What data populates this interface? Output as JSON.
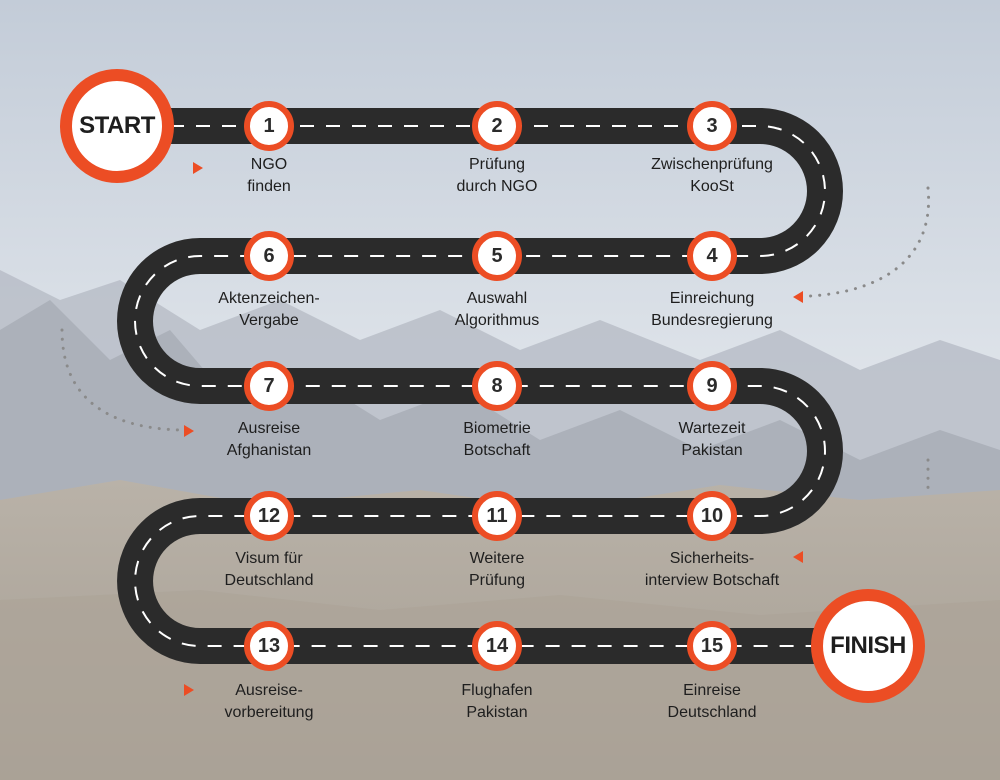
{
  "colors": {
    "accent": "#ec4d24",
    "road": "#2b2b2b",
    "dash": "#ffffff",
    "dots": "#8a8a8a"
  },
  "start_label": "START",
  "finish_label": "FINISH",
  "steps": [
    {
      "num": "1",
      "line1": "NGO",
      "line2": "finden"
    },
    {
      "num": "2",
      "line1": "Prüfung",
      "line2": "durch NGO"
    },
    {
      "num": "3",
      "line1": "Zwischenprüfung",
      "line2": "KooSt"
    },
    {
      "num": "4",
      "line1": "Einreichung",
      "line2": "Bundesregierung"
    },
    {
      "num": "5",
      "line1": "Auswahl",
      "line2": "Algorithmus"
    },
    {
      "num": "6",
      "line1": "Aktenzeichen-",
      "line2": "Vergabe"
    },
    {
      "num": "7",
      "line1": "Ausreise",
      "line2": "Afghanistan"
    },
    {
      "num": "8",
      "line1": "Biometrie",
      "line2": "Botschaft"
    },
    {
      "num": "9",
      "line1": "Wartezeit",
      "line2": "Pakistan"
    },
    {
      "num": "10",
      "line1": "Sicherheits-",
      "line2": "interview Botschaft"
    },
    {
      "num": "11",
      "line1": "Weitere",
      "line2": "Prüfung"
    },
    {
      "num": "12",
      "line1": "Visum für",
      "line2": "Deutschland"
    },
    {
      "num": "13",
      "line1": "Ausreise-",
      "line2": "vorbereitung"
    },
    {
      "num": "14",
      "line1": "Flughafen",
      "line2": "Pakistan"
    },
    {
      "num": "15",
      "line1": "Einreise",
      "line2": "Deutschland"
    }
  ]
}
